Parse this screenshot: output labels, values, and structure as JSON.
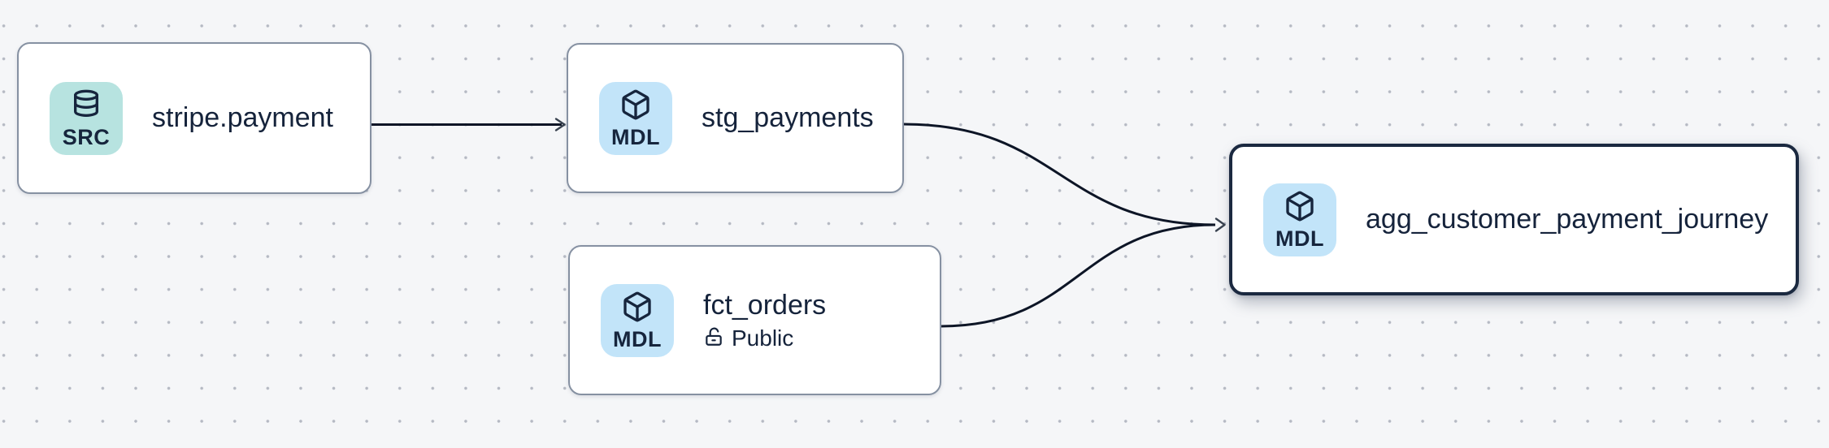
{
  "colors": {
    "canvas_bg": "#f5f6f8",
    "grid_dot": "#b5b9c3",
    "node_bg": "#ffffff",
    "node_border": "#8691a2",
    "selected_node_border": "#1b2940",
    "source_badge_bg": "#b7e3e0",
    "model_badge_bg": "#c2e4f9",
    "edge_stroke": "#0d1526",
    "text": "#15233b"
  },
  "nodes": [
    {
      "id": "stripe.payment",
      "title": "stripe.payment",
      "type": "source",
      "badge_label": "SRC",
      "badge_icon": "database-icon",
      "selected": false
    },
    {
      "id": "stg_payments",
      "title": "stg_payments",
      "type": "model",
      "badge_label": "MDL",
      "badge_icon": "cube-icon",
      "selected": false
    },
    {
      "id": "fct_orders",
      "title": "fct_orders",
      "type": "model",
      "badge_label": "MDL",
      "badge_icon": "cube-icon",
      "access_icon": "unlock-icon",
      "access_label": "Public",
      "selected": false
    },
    {
      "id": "agg_customer_payment_journey",
      "title": "agg_customer_payment_journey",
      "type": "model",
      "badge_label": "MDL",
      "badge_icon": "cube-icon",
      "selected": true
    }
  ],
  "edges": [
    {
      "source": "stripe.payment",
      "target": "stg_payments"
    },
    {
      "source": "stg_payments",
      "target": "agg_customer_payment_journey"
    },
    {
      "source": "fct_orders",
      "target": "agg_customer_payment_journey"
    }
  ]
}
